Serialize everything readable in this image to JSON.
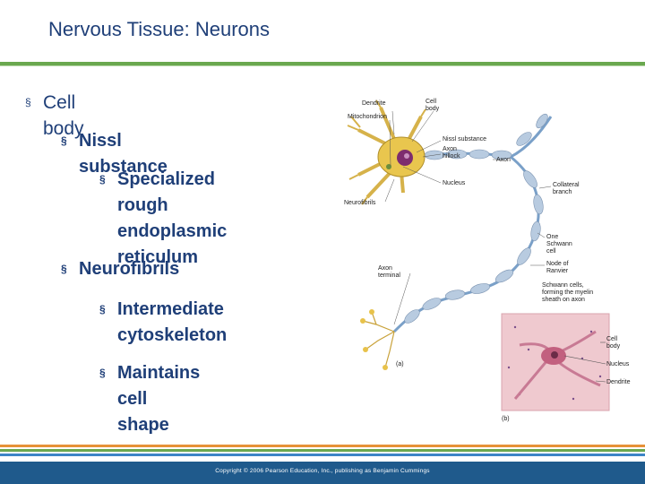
{
  "slide": {
    "title": "Nervous Tissue: Neurons",
    "bullets": [
      {
        "level": 1,
        "marker": "§",
        "text": "Cell body"
      },
      {
        "level": 2,
        "marker": "§",
        "text": "Nissl substance"
      },
      {
        "level": 3,
        "marker": "§",
        "lines": [
          "Specialized rough",
          "endoplasmic",
          "reticulum"
        ]
      },
      {
        "level": 2,
        "marker": "§",
        "text": "Neurofibrils"
      },
      {
        "level": 3,
        "marker": "§",
        "lines": [
          "Intermediate",
          "cytoskeleton"
        ]
      },
      {
        "level": 3,
        "marker": "§",
        "text": "Maintains cell shape"
      }
    ]
  },
  "figure": {
    "labels": {
      "dendrite": "Dendrite",
      "cell_body": [
        "Cell",
        "body"
      ],
      "mitochondrion": "Mitochondrion",
      "nissl_substance": "Nissl substance",
      "axon_hillock": [
        "Axon",
        "hillock"
      ],
      "axon": "Axon",
      "nucleus": "Nucleus",
      "collateral_branch": [
        "Collateral",
        "branch"
      ],
      "neurofibrils": "Neurofibrils",
      "one_schwann_cell": [
        "One",
        "Schwann",
        "cell"
      ],
      "node_of_ranvier": [
        "Node of",
        "Ranvier"
      ],
      "axon_terminal": [
        "Axon",
        "terminal"
      ],
      "schwann_cells": [
        "Schwann cells,",
        "forming the myelin",
        "sheath on axon"
      ],
      "part_a": "(a)",
      "part_b": "(b)",
      "micro_cell_body": [
        "Cell",
        "body"
      ],
      "micro_nucleus": "Nucleus",
      "micro_dendrite": "Dendrite"
    }
  },
  "footer": {
    "copyright": "Copyright © 2006 Pearson Education, Inc., publishing as Benjamin Cummings",
    "band_colors": [
      "#e69138",
      "#6aa84f",
      "#3d85c6"
    ]
  }
}
